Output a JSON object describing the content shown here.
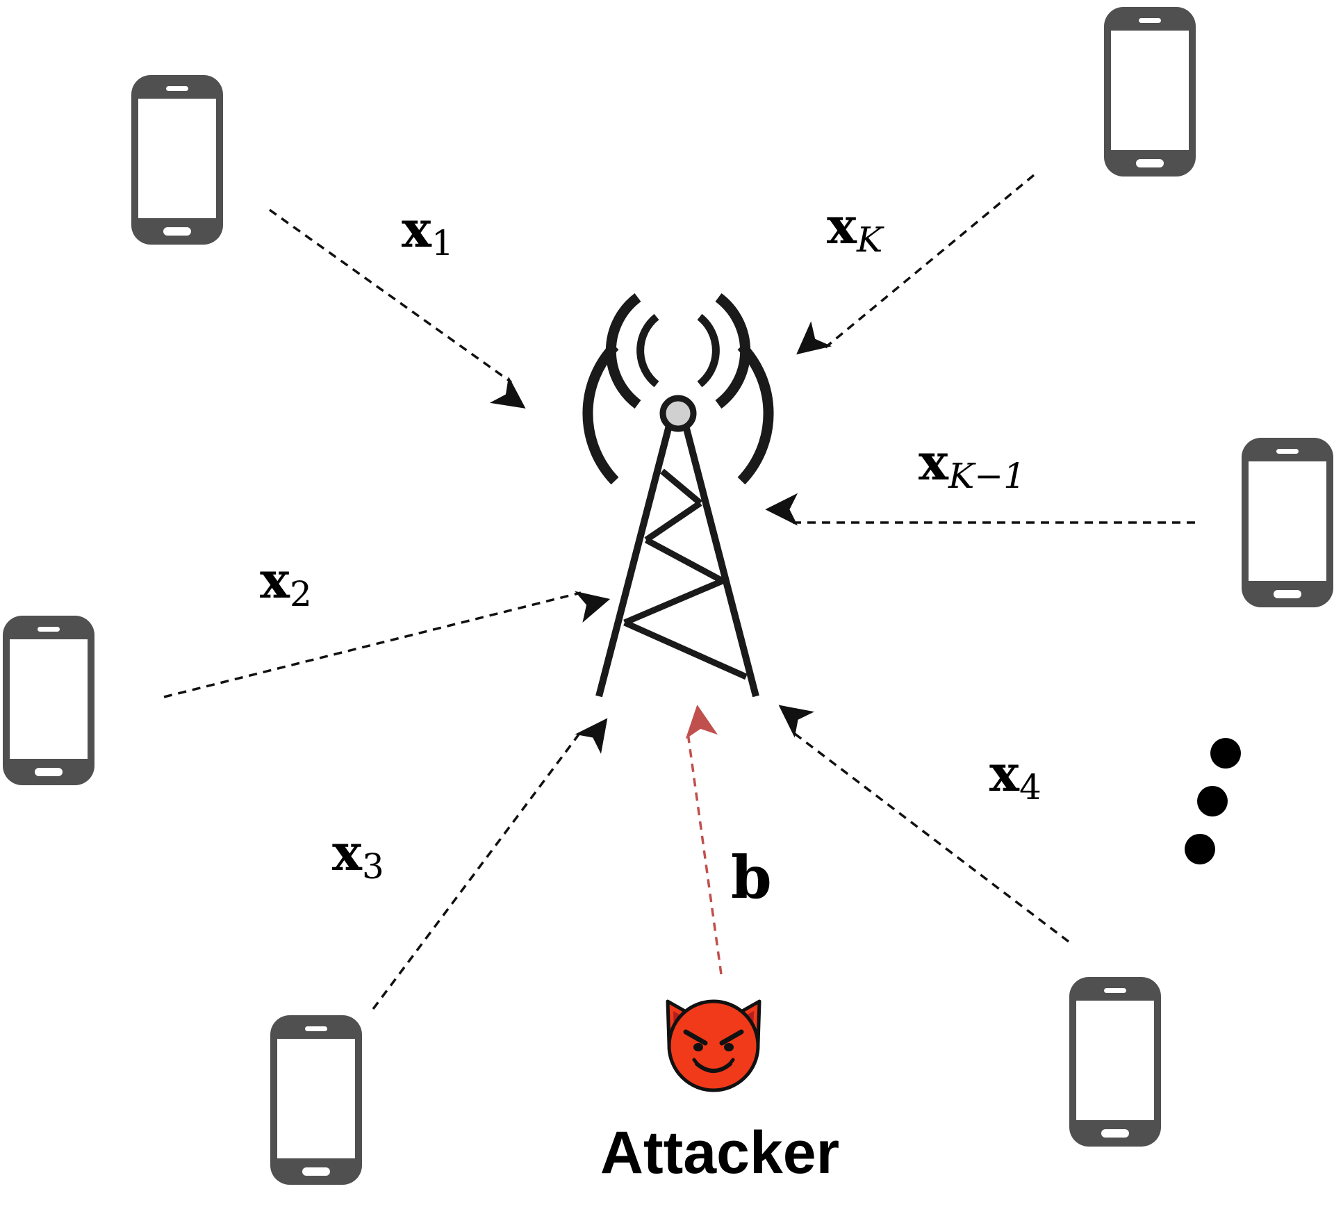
{
  "colors": {
    "phone": "#505050",
    "arrow": "#111111",
    "attack_arrow": "#c0504d",
    "tower": "#1a1a1a",
    "tower_knob": "#d0d0d0",
    "devil_face": "#f03a1a",
    "devil_horn_inner": "#b41e1e"
  },
  "icons": {
    "phone": "smartphone-icon",
    "tower": "cell-tower-icon",
    "attacker": "smiling-devil-icon",
    "more": "vertical-ellipsis-icon"
  },
  "links": [
    {
      "main": "x",
      "sub": "1"
    },
    {
      "main": "x",
      "sub": "K"
    },
    {
      "main": "x",
      "sub": "K−1"
    },
    {
      "main": "x",
      "sub": "2"
    },
    {
      "main": "x",
      "sub": "3"
    },
    {
      "main": "x",
      "sub": "4"
    }
  ],
  "attack_signal": "b",
  "attacker_label": "Attacker"
}
